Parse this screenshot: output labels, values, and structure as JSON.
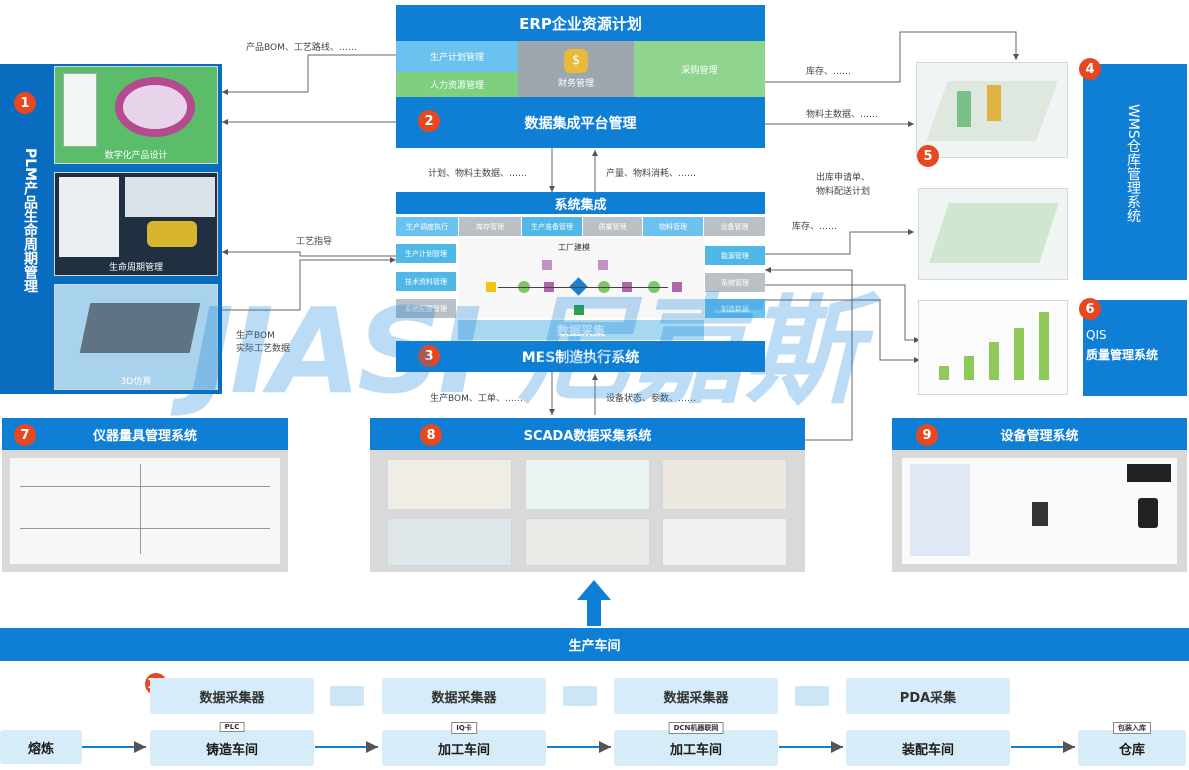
{
  "erp": {
    "title": "ERP企业资源计划",
    "prod_plan": "生产计划管理",
    "hr": "人力资源管理",
    "finance": "财务管理",
    "purchase": "采购管理"
  },
  "integration": {
    "title": "数据集成平台管理",
    "badge": "2"
  },
  "plm": {
    "title": "PLM产品生命周期管理",
    "badge": "1",
    "digital_design": "数字化产品设计",
    "lifecycle": "生命周期管理",
    "sim3d": "3D仿真"
  },
  "wms": {
    "title": "WMS仓库管理系统",
    "badge": "4",
    "badge2": "5"
  },
  "qis": {
    "title_line1": "QIS",
    "title_line2": "质量管理系统",
    "badge": "6"
  },
  "sys_integration": {
    "title": "系统集成",
    "top_modules": [
      "生产调度执行",
      "库存管理",
      "生产准备管理",
      "质量管理",
      "物料管理",
      "设备管理"
    ],
    "left_modules": [
      "生产计划管理",
      "技术资料管理",
      "系统配置管理"
    ],
    "right_modules": [
      "能源管理",
      "系统管理",
      "制造数据"
    ],
    "factory_model": "工厂建模",
    "data_collect": "数据采集"
  },
  "mes": {
    "title": "MES制造执行系统",
    "badge": "3"
  },
  "instrument": {
    "title": "仪器量具管理系统",
    "badge": "7"
  },
  "scada": {
    "title": "SCADA数据采集系统",
    "badge": "8"
  },
  "equipment": {
    "title": "设备管理系统",
    "badge": "9"
  },
  "workshop": {
    "title": "生产车间",
    "badge": "10",
    "collectors": [
      "数据采集器",
      "数据采集器",
      "数据采集器",
      "PDA采集"
    ],
    "stages": [
      "熔炼",
      "铸造车间",
      "加工车间",
      "加工车间",
      "装配车间",
      "仓库"
    ],
    "stage_tags": [
      "",
      "PLC",
      "IQ卡",
      "DCN机器联网",
      "",
      "包装入库"
    ]
  },
  "flows": {
    "bom_route": "产品BOM、工艺路线、……",
    "stock_top": "库存、……",
    "material_master": "物料主数据、……",
    "plan_material": "计划、物料主数据、……",
    "output_consume": "产量、物料消耗、……",
    "outbound_line1": "出库申请单、",
    "outbound_line2": "物料配送计划",
    "stock_mid": "库存、……",
    "process_guide": "工艺指导",
    "prod_bom_line1": "生产BOM",
    "prod_bom_line2": "实际工艺数据",
    "bom_order": "生产BOM、工单、……",
    "device_status": "设备状态、参数、……"
  },
  "watermark": "JIASI 尼嘉斯",
  "colors": {
    "primary": "#0f7fd6",
    "badge": "#e8481f",
    "light": "#d7ecf9"
  }
}
